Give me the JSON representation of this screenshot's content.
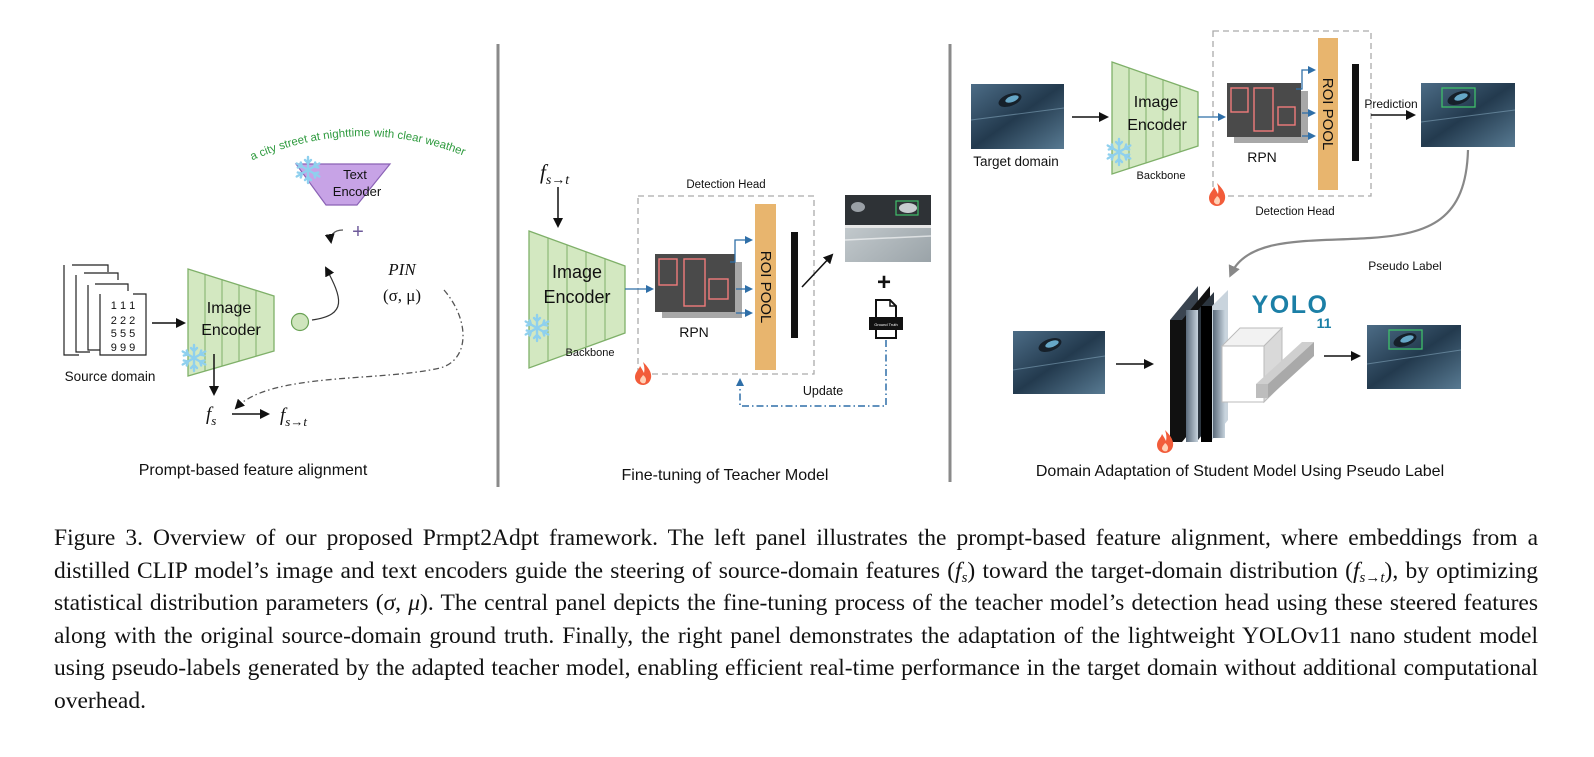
{
  "left_panel": {
    "title": "Prompt-based feature alignment",
    "source_label": "Source domain",
    "digits": [
      "1 1 1",
      "2 2 2",
      "5 5 5",
      "9 9 9"
    ],
    "image_encoder": [
      "Image",
      "Encoder"
    ],
    "text_encoder": [
      "Text",
      "Encoder"
    ],
    "prompt": "a city street at nighttime with clear weather",
    "pin_label": "PIN",
    "pin_params": "(σ, μ)",
    "plus_sign": "+",
    "fs_label": "f",
    "fs_sub": "s",
    "fst_label": "f",
    "fst_sub": "s→t"
  },
  "middle_panel": {
    "title": "Fine-tuning of Teacher Model",
    "fst_label": "f",
    "fst_sub": "s→t",
    "image_encoder": [
      "Image",
      "Encoder"
    ],
    "backbone_label": "Backbone",
    "detection_head_label": "Detection Head",
    "rpn_label": "RPN",
    "roi_pool_label": "ROI POOL",
    "update_label": "Update",
    "plus_sign": "+",
    "ground_truth_label": "Ground Truth"
  },
  "right_panel": {
    "title": "Domain Adaptation of Student Model Using Pseudo Label",
    "target_label": "Target domain",
    "image_encoder": [
      "Image",
      "Encoder"
    ],
    "backbone_label": "Backbone",
    "detection_head_label": "Detection Head",
    "rpn_label": "RPN",
    "roi_pool_label": "ROI POOL",
    "prediction_label": "Prediction",
    "pseudo_label": "Pseudo Label",
    "yolo_label": "YOLO",
    "yolo_version": "11"
  },
  "colors": {
    "encoder_fill": "#d3e8c1",
    "encoder_stroke": "#7fb069",
    "text_encoder_fill": "#c7a3e6",
    "roi_fill": "#e8b56e",
    "rpn_fill": "#4a4a4a",
    "prompt_text": "#2e9a3e",
    "yolo_blue": "#1b7fa6",
    "snow": "#8fd0ee",
    "flame": "#f25c3a"
  },
  "caption": {
    "p1": "Figure 3. Overview of our proposed Prmpt2Adpt framework. The left panel illustrates the prompt-based feature alignment, where embeddings from a distilled CLIP model’s image and text encoders guide the steering of source-domain features (",
    "m1": "f",
    "m1_sub": "s",
    "p2": ") toward the target-domain distribution (",
    "m2": "f",
    "m2_sub": "s→t",
    "p3": "), by optimizing statistical distribution parameters (",
    "m3": "σ, μ",
    "p4": "). The central panel depicts the fine-tuning process of the teacher model’s detection head using these steered features along with the original source-domain ground truth. Finally, the right panel demonstrates the adaptation of the lightweight YOLOv11 nano student model using pseudo-labels generated by the adapted teacher model, enabling efficient real-time performance in the target domain without additional computational overhead."
  }
}
